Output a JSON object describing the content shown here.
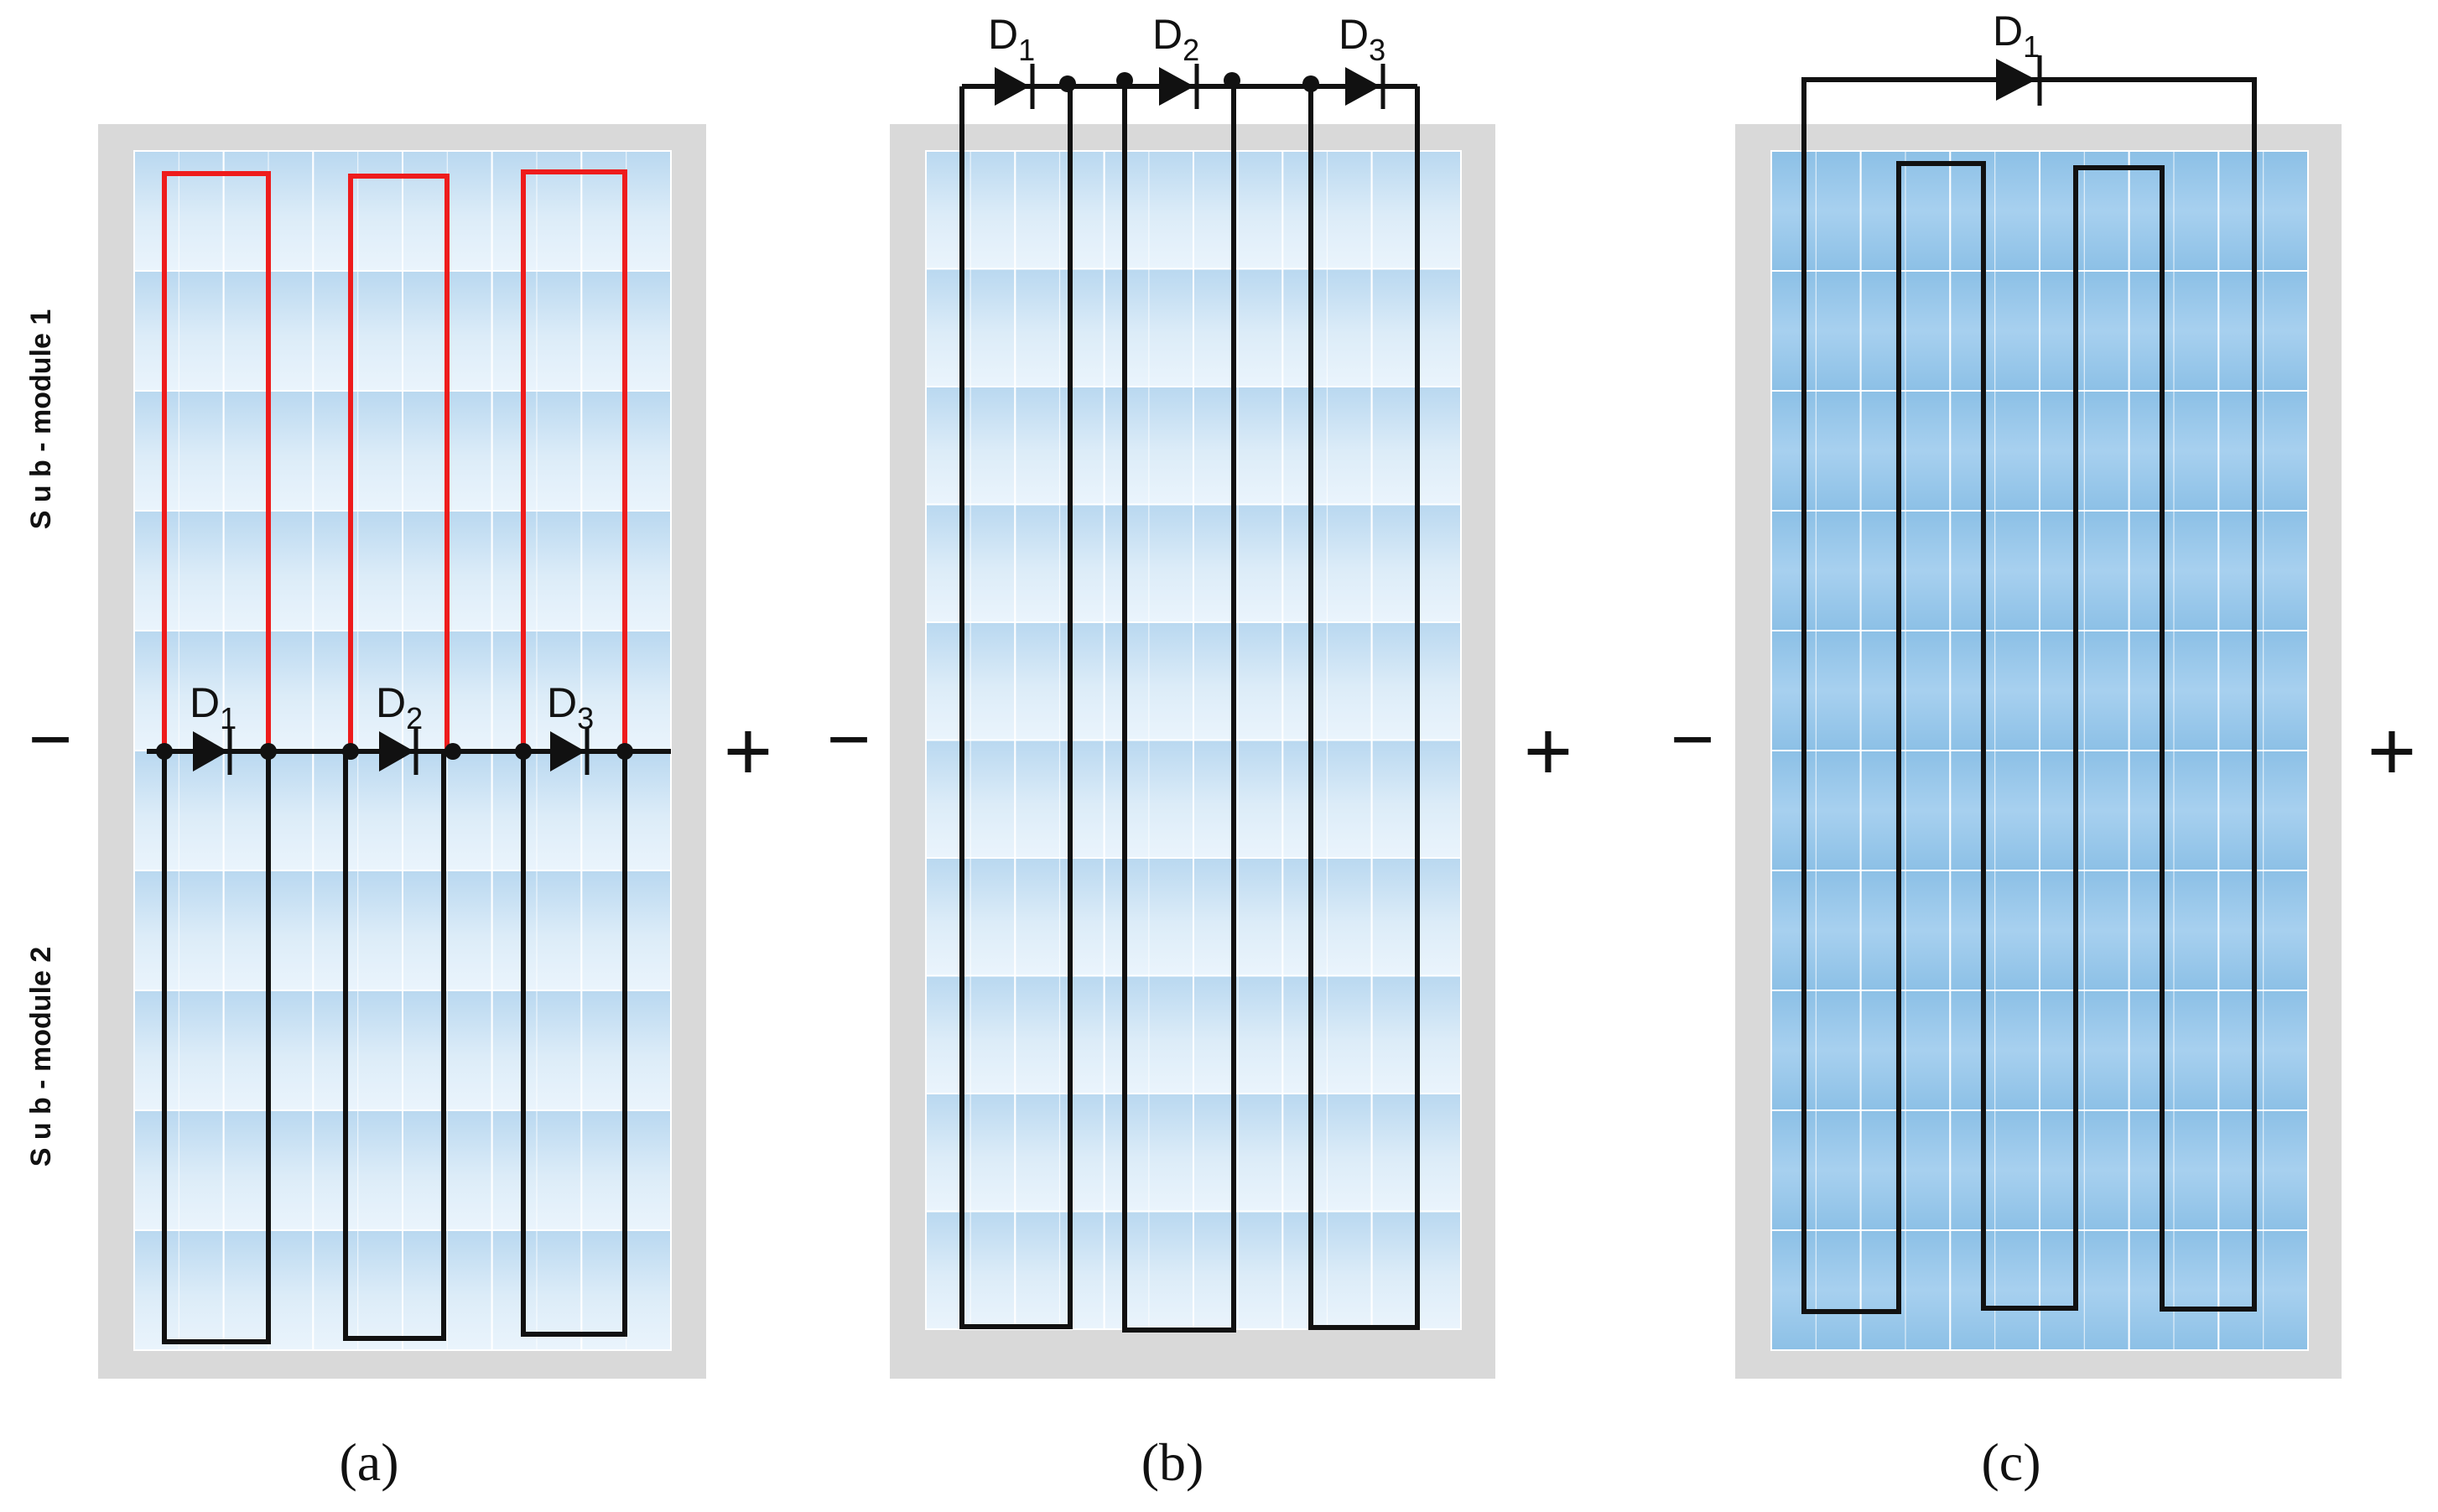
{
  "panels": [
    {
      "caption": "(a)",
      "minus": "−",
      "plus": "+",
      "sublabels": [
        "S u b  - module 1",
        "S u b  - module 2"
      ],
      "diodes": [
        {
          "letter": "D",
          "index": "1"
        },
        {
          "letter": "D",
          "index": "2"
        },
        {
          "letter": "D",
          "index": "3"
        }
      ]
    },
    {
      "caption": "(b)",
      "minus": "−",
      "plus": "+",
      "diodes": [
        {
          "letter": "D",
          "index": "1"
        },
        {
          "letter": "D",
          "index": "2"
        },
        {
          "letter": "D",
          "index": "3"
        }
      ]
    },
    {
      "caption": "(c)",
      "minus": "−",
      "plus": "+",
      "diodes": [
        {
          "letter": "D",
          "index": "1"
        }
      ]
    }
  ],
  "colors": {
    "frame": "#d9d9d9",
    "cell_light": "#e6f2fb",
    "cell_dark": "#b5d6ef",
    "cell_c_light": "#a9cfee",
    "cell_c_dark": "#86bbe3",
    "wire": "#111111",
    "highlight_wire": "#ee1c1c"
  }
}
